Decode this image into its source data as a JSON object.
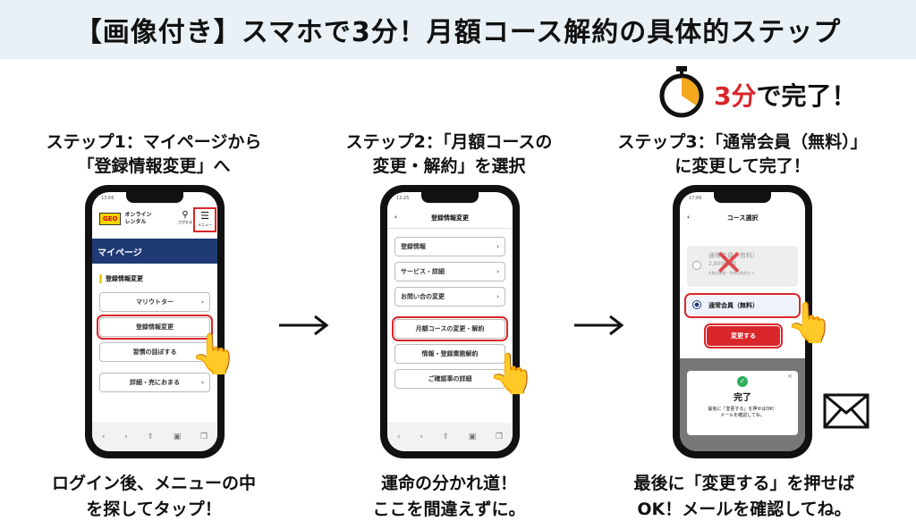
{
  "title": "【画像付き】スマホで3分！月額コース解約の具体的ステップ",
  "badge": {
    "time": "3分",
    "rest": "で完了！"
  },
  "colors": {
    "accent": "#d9262b",
    "banner": "#e9f1f6",
    "navy": "#1f3a74"
  },
  "steps": [
    {
      "heading1": "ステップ1：マイページから",
      "heading2": "「登録情報変更」へ",
      "caption1": "ログイン後、メニューの中",
      "caption2": "を探してタップ！"
    },
    {
      "heading1": "ステップ2：「月額コースの",
      "heading2": "変更・解約」を選択",
      "caption1": "運命の分かれ道！",
      "caption2": "ここを間違えずに。"
    },
    {
      "heading1": "ステップ3：「通常会員（無料）」",
      "heading2": "に変更して完了！",
      "caption1": "最後に「変更する」を押せば",
      "caption2": "OK！メールを確認してね。"
    }
  ],
  "phone1": {
    "time": "13:66",
    "logo": "GEO",
    "brand1": "オンライン",
    "brand2": "レンタル",
    "search": "さがせる",
    "menu": "メニュー",
    "page": "マイページ",
    "section": "登録情報変更",
    "items": [
      "マリウトター",
      "登録情報変更",
      "習慣の話ぼする",
      "詳細・売におまる"
    ]
  },
  "phone2": {
    "time": "12:25",
    "title": "登録情報変更",
    "items": [
      "登録情報",
      "サービス・詳細",
      "お問い合の変更",
      "月額コースの変更・解約",
      "情報・登録業務解約",
      "ご確認事の詳細"
    ]
  },
  "phone3": {
    "time": "17:66",
    "title": "コース選択",
    "old_plan": "通常会員（有料）",
    "old_price": "2,800円/月",
    "old_note": "※最低期間・特典は解約まで",
    "new_plan": "通常会員（無料）",
    "submit": "変更する",
    "done_title": "完了",
    "done_msg1": "最後に「変更する」を押せばOK！",
    "done_msg2": "メールを確認してね。"
  }
}
